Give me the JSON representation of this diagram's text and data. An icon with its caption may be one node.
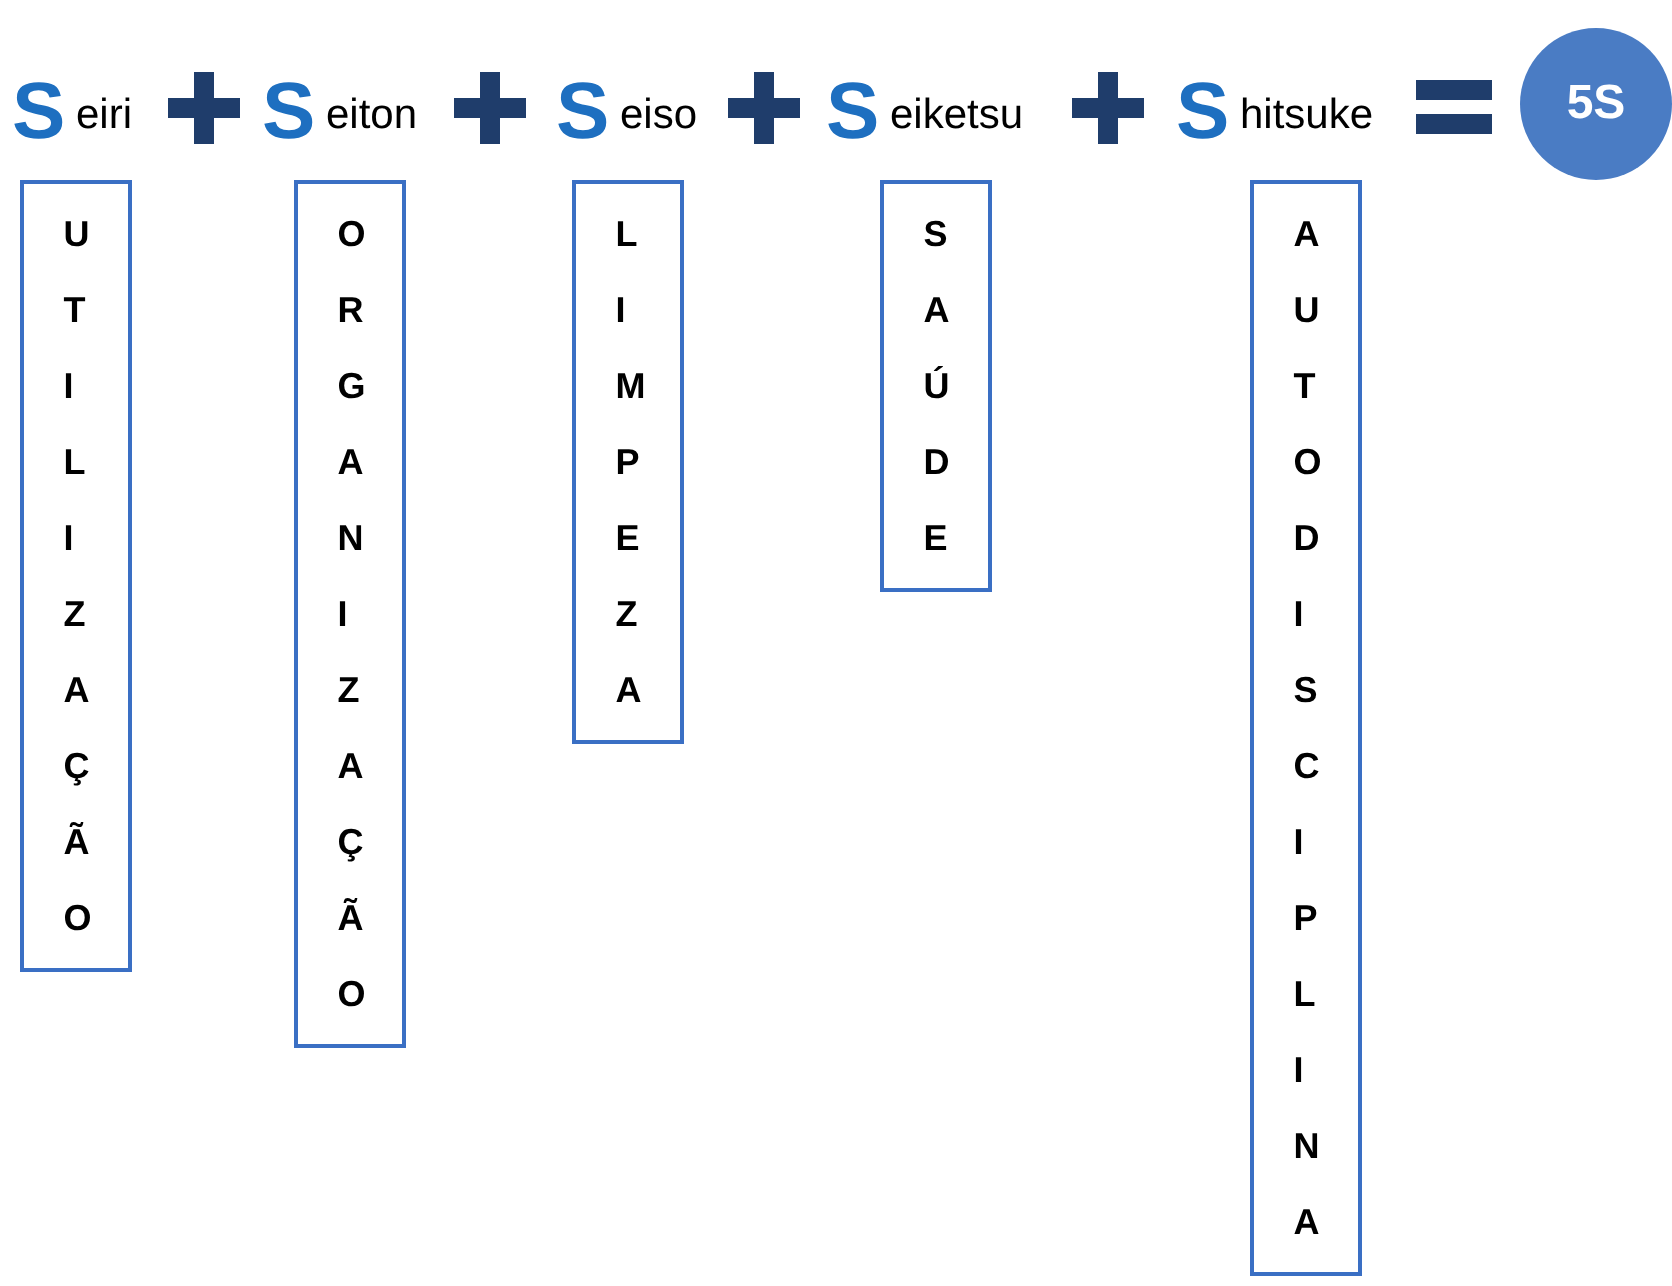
{
  "diagram": {
    "nodes": [
      {
        "text": [
          "UTILIZAÇÃO"
        ],
        "beside": [
          "S",
          "eiri"
        ]
      },
      {
        "text": [
          "ORGANIZAÇÃO"
        ],
        "beside": [
          "S",
          "eiton"
        ]
      },
      {
        "text": [
          "LIMPEZA"
        ],
        "beside": [
          "S",
          "eiso"
        ]
      },
      {
        "text": [
          "SAÚDE"
        ],
        "beside": [
          "S",
          "eiketsu"
        ]
      },
      {
        "text": [
          "AUTODISCIPLINA"
        ],
        "beside": [
          "S",
          "hitsuke"
        ]
      },
      {
        "text": [
          "5S"
        ]
      }
    ]
  }
}
